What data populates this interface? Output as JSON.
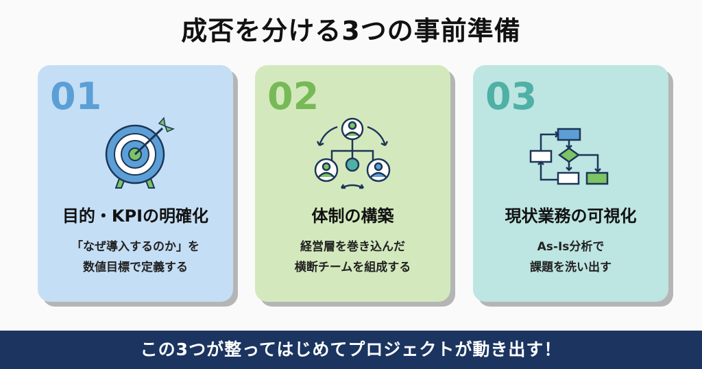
{
  "title": "成否を分ける3つの事前準備",
  "cards": [
    {
      "number": "01",
      "title": "目的・KPIの明確化",
      "desc": [
        "「なぜ導入するのか」を",
        "数値目標で定義する"
      ],
      "icon": "target-icon"
    },
    {
      "number": "02",
      "title": "体制の構築",
      "desc": [
        "経営層を巻き込んだ",
        "横断チームを組成する"
      ],
      "icon": "team-structure-icon"
    },
    {
      "number": "03",
      "title": "現状業務の可視化",
      "desc": [
        "As-Is分析で",
        "課題を洗い出す"
      ],
      "icon": "flowchart-icon"
    }
  ],
  "banner": "この3つが整ってはじめてプロジェクトが動き出す！",
  "colors": {
    "card1": "#c4def5",
    "card2": "#d3e9bd",
    "card3": "#bde5e2",
    "banner": "#1b3560"
  }
}
